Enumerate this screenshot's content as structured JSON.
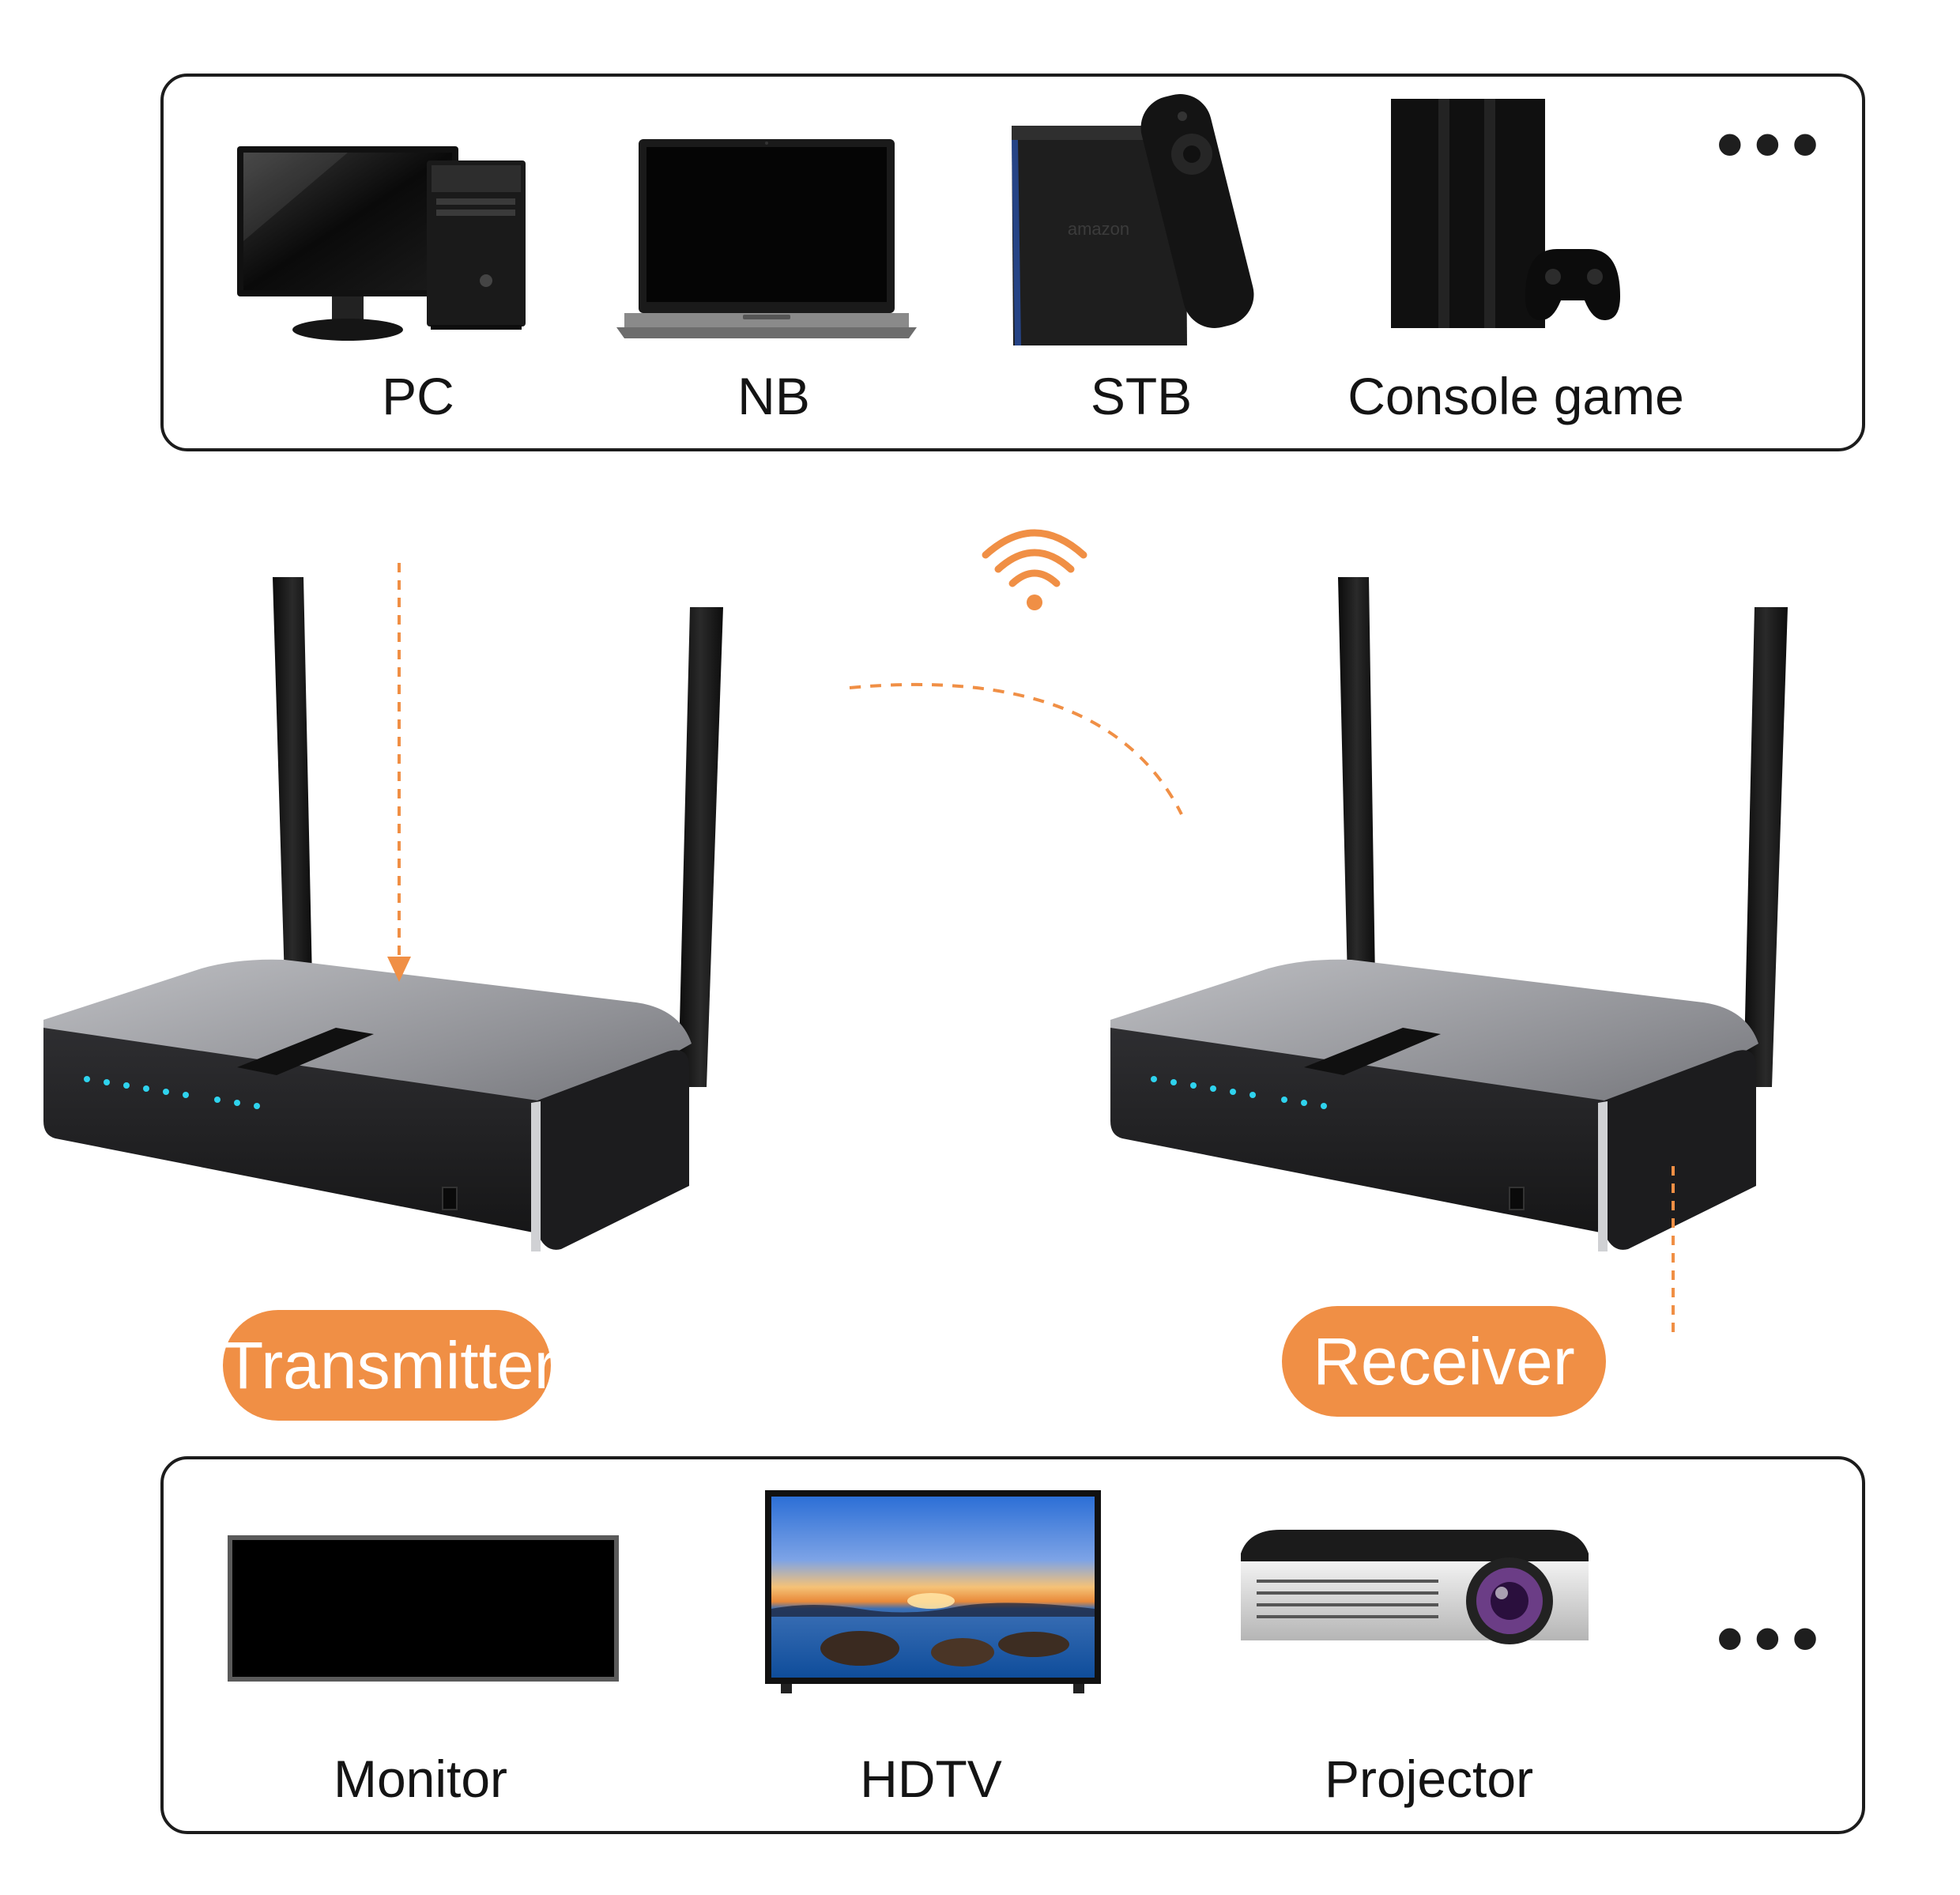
{
  "sources": {
    "items": [
      {
        "label": "PC",
        "icon": "desktop-pc-icon"
      },
      {
        "label": "NB",
        "icon": "laptop-icon"
      },
      {
        "label": "STB",
        "icon": "set-top-box-icon"
      },
      {
        "label": "Console game",
        "icon": "game-console-icon"
      }
    ],
    "more": "•••"
  },
  "devices": {
    "transmitter": "Transmitter",
    "receiver": "Receiver",
    "signal_icon": "wifi-icon"
  },
  "displays": {
    "items": [
      {
        "label": "Monitor",
        "icon": "monitor-icon"
      },
      {
        "label": "HDTV",
        "icon": "tv-icon"
      },
      {
        "label": "Projector",
        "icon": "projector-icon"
      }
    ],
    "more": "•••"
  },
  "colors": {
    "accent": "#f08f45",
    "border": "#1c1c1c",
    "led": "#2fd3ee"
  }
}
